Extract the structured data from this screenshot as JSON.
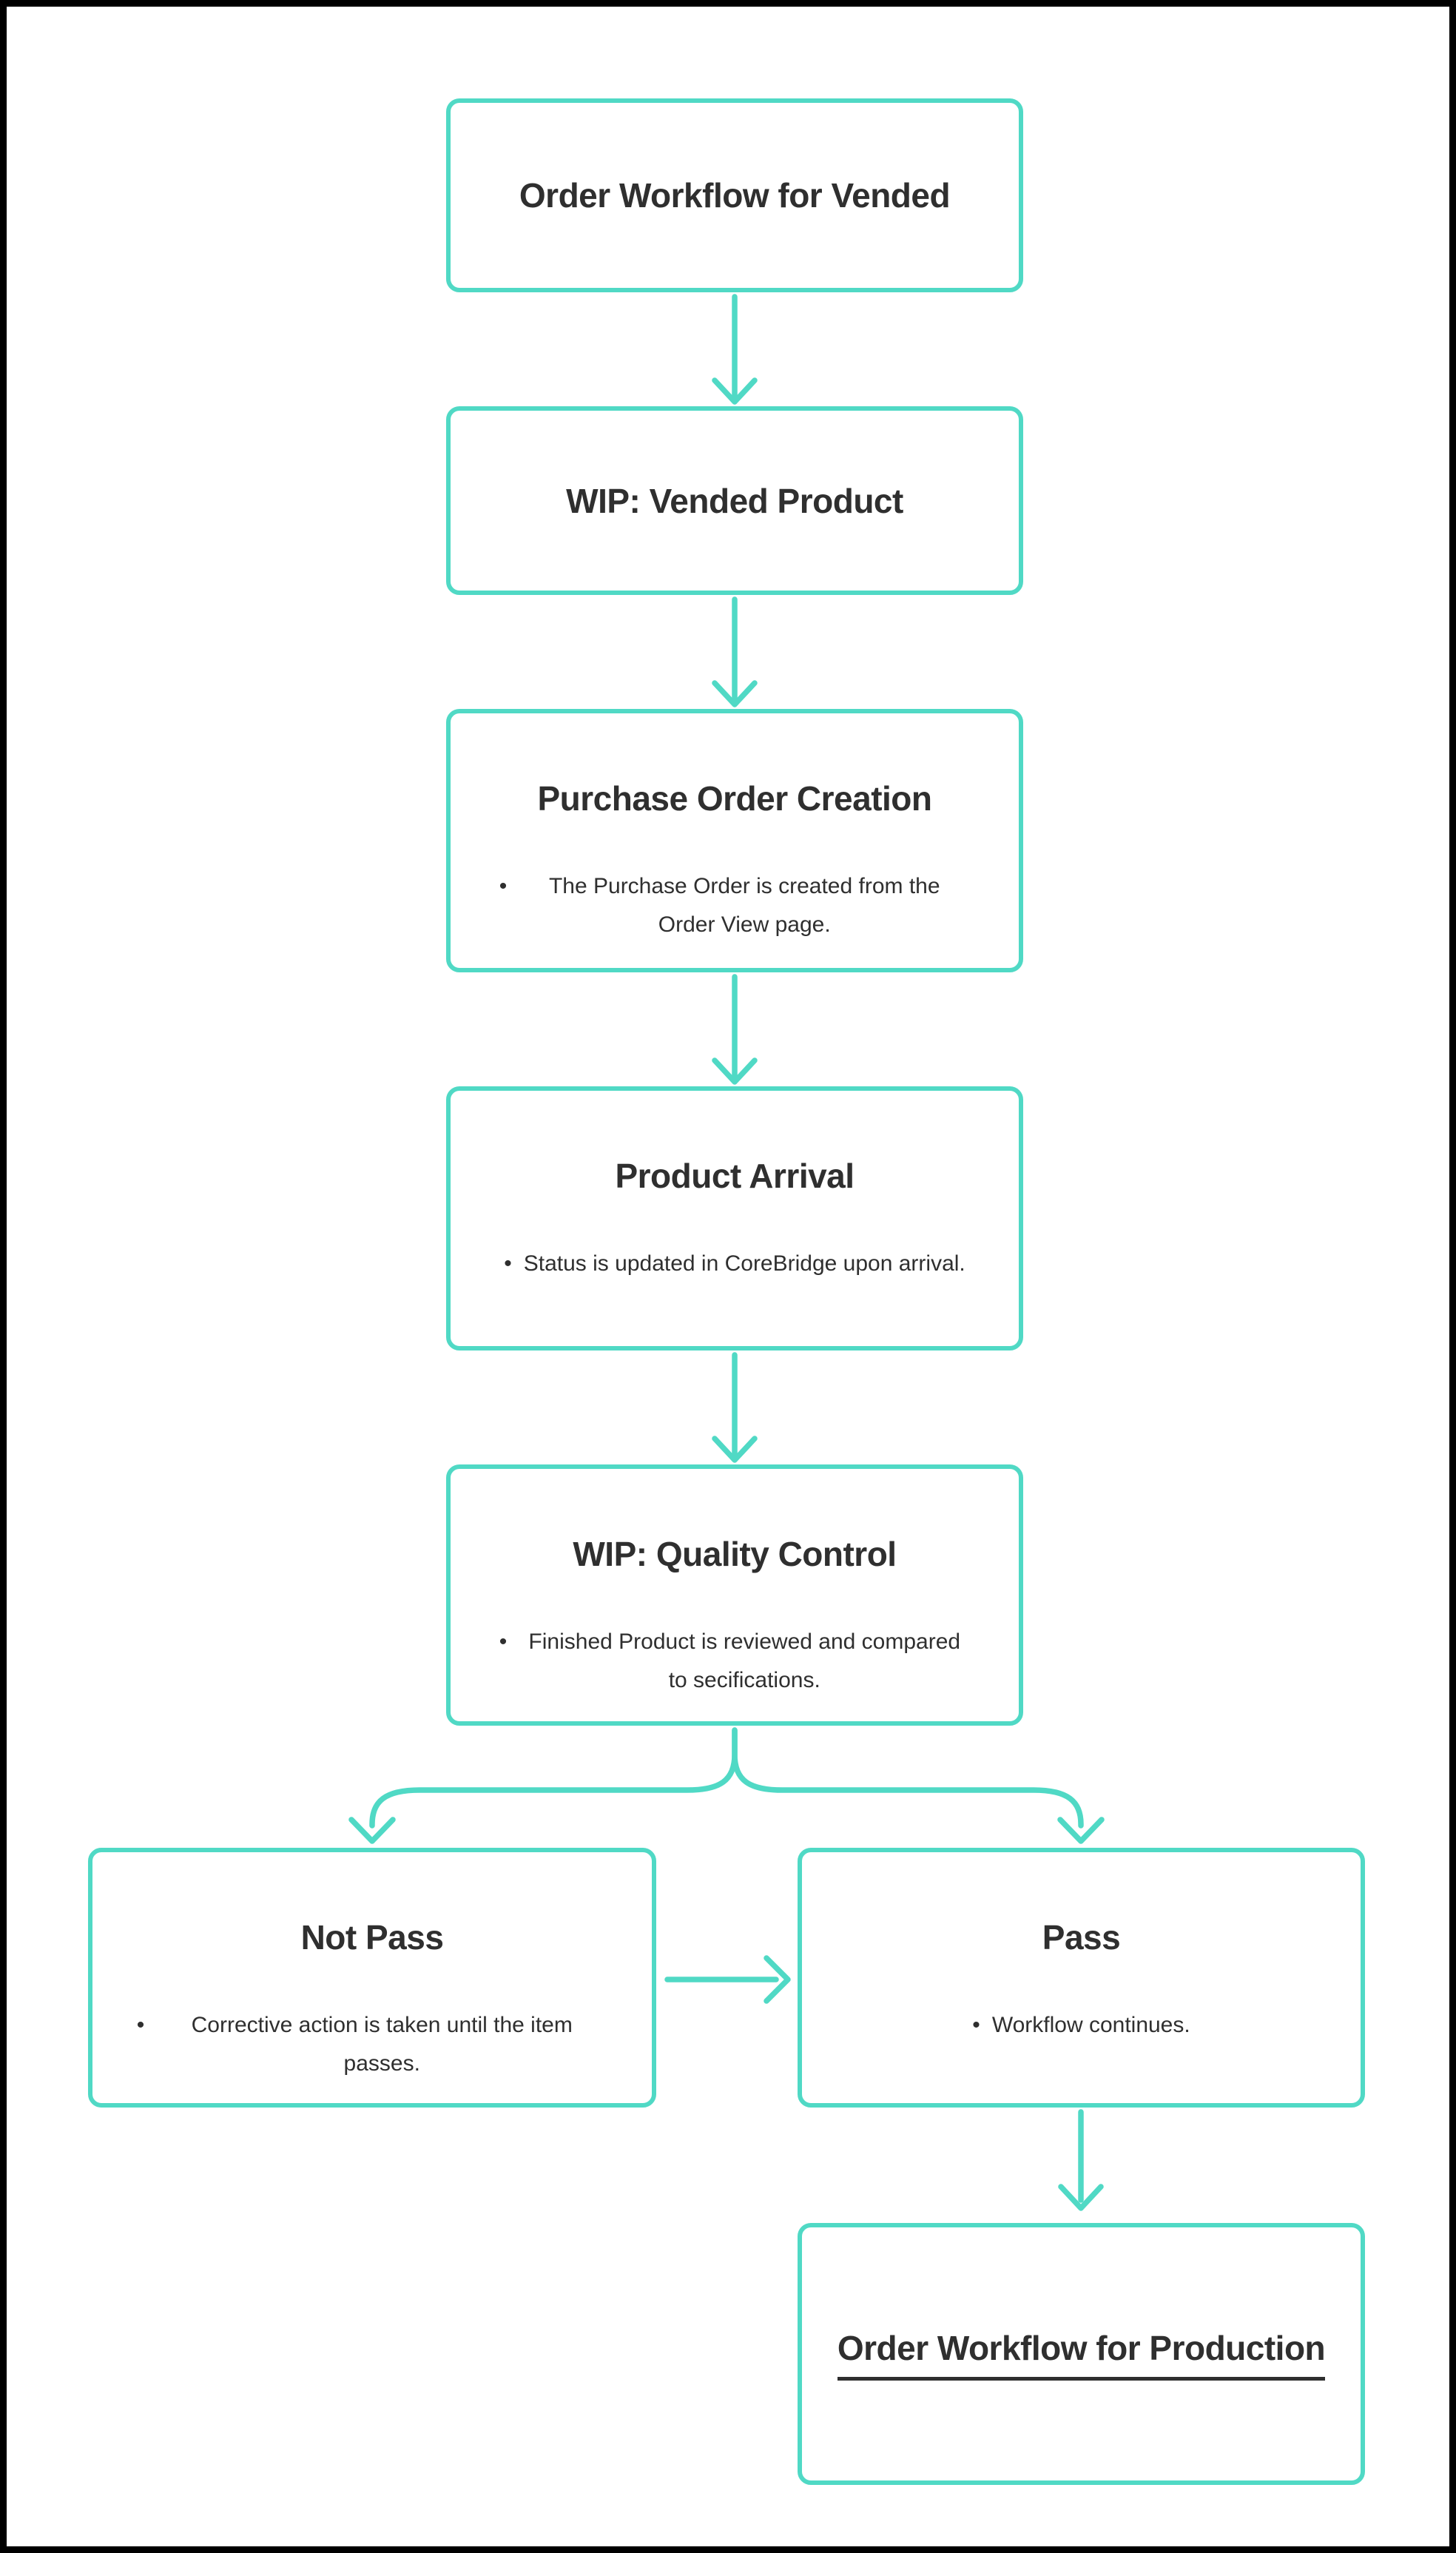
{
  "meta": {
    "accent_color": "#50d9c5",
    "text_color": "#2f2f2f",
    "background_color": "#ffffff",
    "frame_color": "#000000",
    "bullet_glyph": "•"
  },
  "nodes": {
    "vended": {
      "title": "Order Workflow for Vended"
    },
    "wip_vended": {
      "title": "WIP: Vended Product"
    },
    "po_creation": {
      "title": "Purchase Order Creation",
      "bullet": "The Purchase Order is created from the Order View page."
    },
    "product_arrival": {
      "title": "Product Arrival",
      "bullet": "Status is updated in CoreBridge upon arrival."
    },
    "wip_qc": {
      "title": "WIP: Quality Control",
      "bullet": "Finished Product is reviewed and compared to secifications."
    },
    "not_pass": {
      "title": "Not Pass",
      "bullet": "Corrective action is taken until the item passes."
    },
    "pass": {
      "title": "Pass",
      "bullet": "Workflow continues."
    },
    "production": {
      "title": "Order Workflow for Production"
    }
  }
}
